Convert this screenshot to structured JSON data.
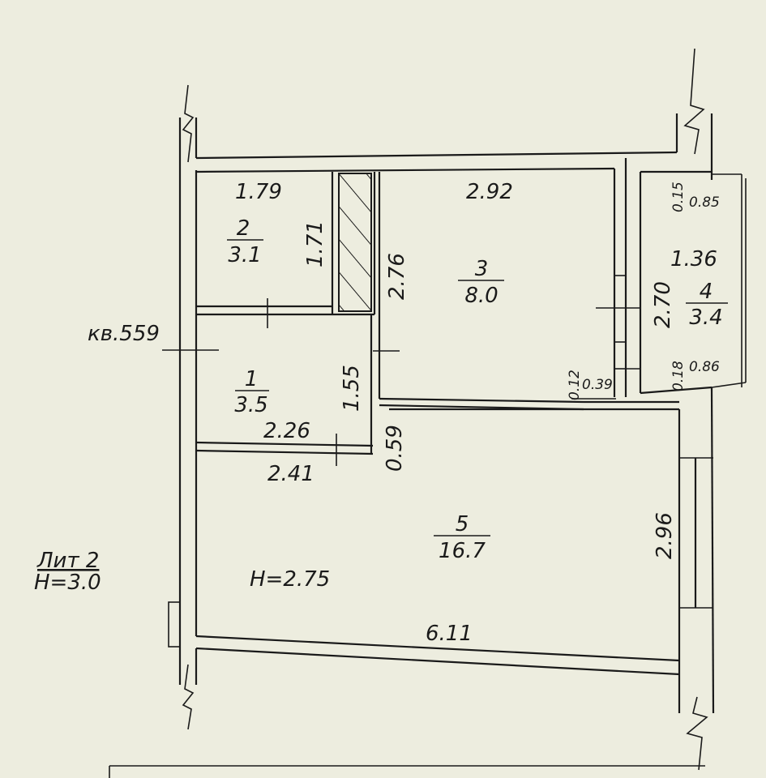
{
  "apartment": {
    "label": "кв.559",
    "lit": "Лит 2",
    "height_building": "H=3.0",
    "height_room": "H=2.75"
  },
  "rooms": [
    {
      "number": "2",
      "area": "3.1",
      "width": "1.79",
      "length": "1.71"
    },
    {
      "number": "3",
      "area": "8.0",
      "width": "2.92",
      "length": "2.76"
    },
    {
      "number": "4",
      "area": "3.4",
      "width": "1.36",
      "length": "2.70"
    },
    {
      "number": "1",
      "area": "3.5",
      "width": "2.26",
      "length": "1.55"
    },
    {
      "number": "5",
      "area": "16.7",
      "width": "6.11",
      "length": "2.96"
    }
  ],
  "extra_dims": {
    "balcony_top_side": "0.15",
    "balcony_top": "0.85",
    "balcony_bottom_side": "0.18",
    "balcony_bottom": "0.86",
    "corr_small_v": "0.12",
    "corr_small_h": "0.39",
    "passage_width": "0.59",
    "hall_bottom": "2.41"
  },
  "colors": {
    "paper": "#ededdf",
    "ink": "#1a1a1a"
  }
}
